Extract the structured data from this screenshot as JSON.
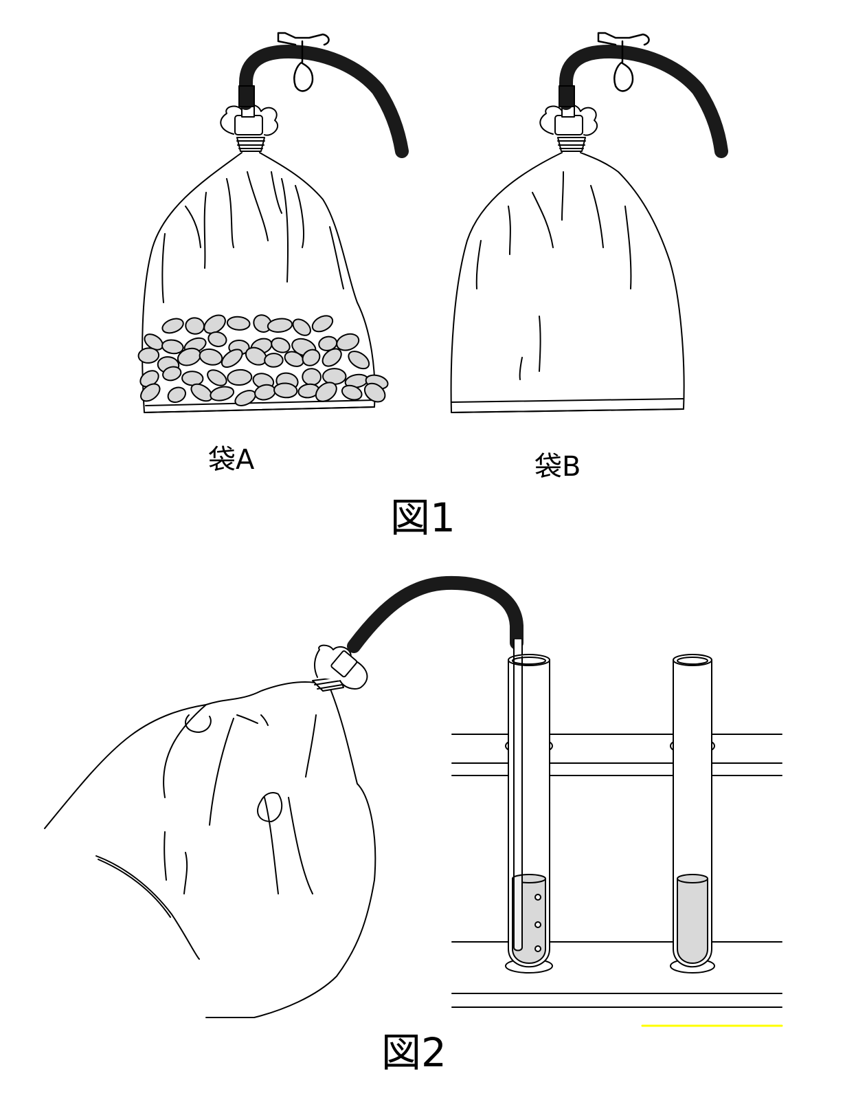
{
  "figure1": {
    "title": "図1",
    "bag_a_label": "袋A",
    "bag_b_label": "袋B"
  },
  "figure2": {
    "title": "図2"
  },
  "colors": {
    "line": "#000000",
    "tube": "#1a1a1a",
    "bean_fill": "#d9d9d9",
    "liquid": "#d9d9d9",
    "highlight": "#ffff00"
  }
}
